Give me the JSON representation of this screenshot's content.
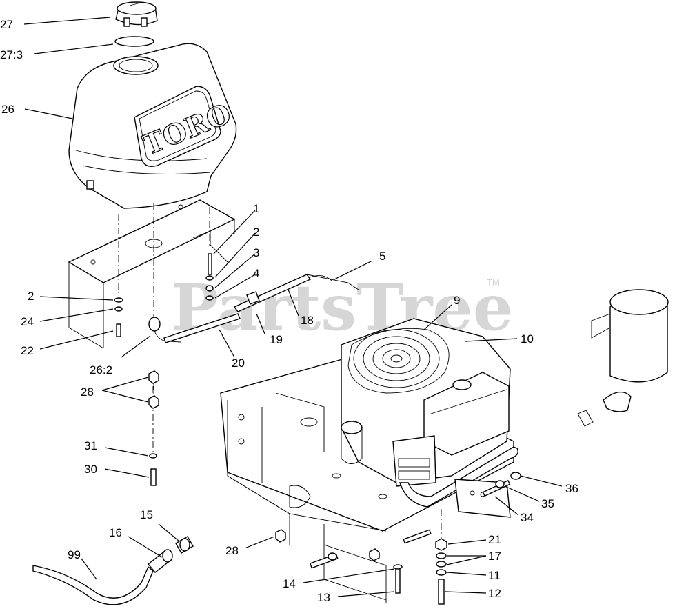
{
  "watermark": {
    "text": "PartsTree",
    "tm": "TM"
  },
  "tank_brand": "TORO",
  "callouts": {
    "c27": "27",
    "c27_3": "27:3",
    "c26": "26",
    "c1": "1",
    "c2a": "2",
    "c3": "3",
    "c4": "4",
    "c5": "5",
    "c2b": "2",
    "c24": "24",
    "c22": "22",
    "c26_2": "26:2",
    "c18": "18",
    "c19": "19",
    "c20": "20",
    "c9": "9",
    "c10": "10",
    "c28a": "28",
    "c31": "31",
    "c30": "30",
    "c15": "15",
    "c16": "16",
    "c99": "99",
    "c28b": "28",
    "c36": "36",
    "c35": "35",
    "c34": "34",
    "c21": "21",
    "c17": "17",
    "c11": "11",
    "c12": "12",
    "c14": "14",
    "c13": "13"
  }
}
